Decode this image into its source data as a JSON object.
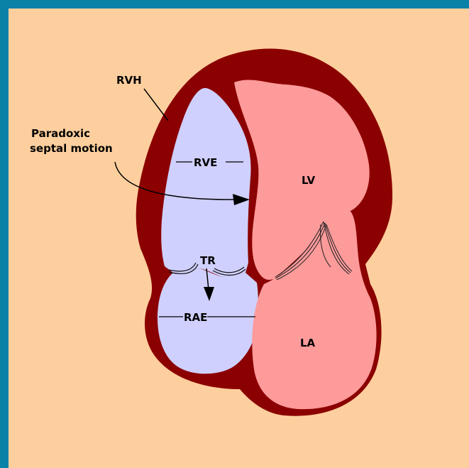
{
  "colors": {
    "border": "#0a82a8",
    "background": "#fecf9e",
    "wall": "#8b0000",
    "left_chambers": "#fd9a9a",
    "right_chambers": "#cfd0fd"
  },
  "labels": {
    "rvh": "RVH",
    "paradoxic_line1": "Paradoxic",
    "paradoxic_line2": "septal motion",
    "rve": "RVE",
    "lv": "LV",
    "tr": "TR",
    "rae": "RAE",
    "la": "LA"
  }
}
